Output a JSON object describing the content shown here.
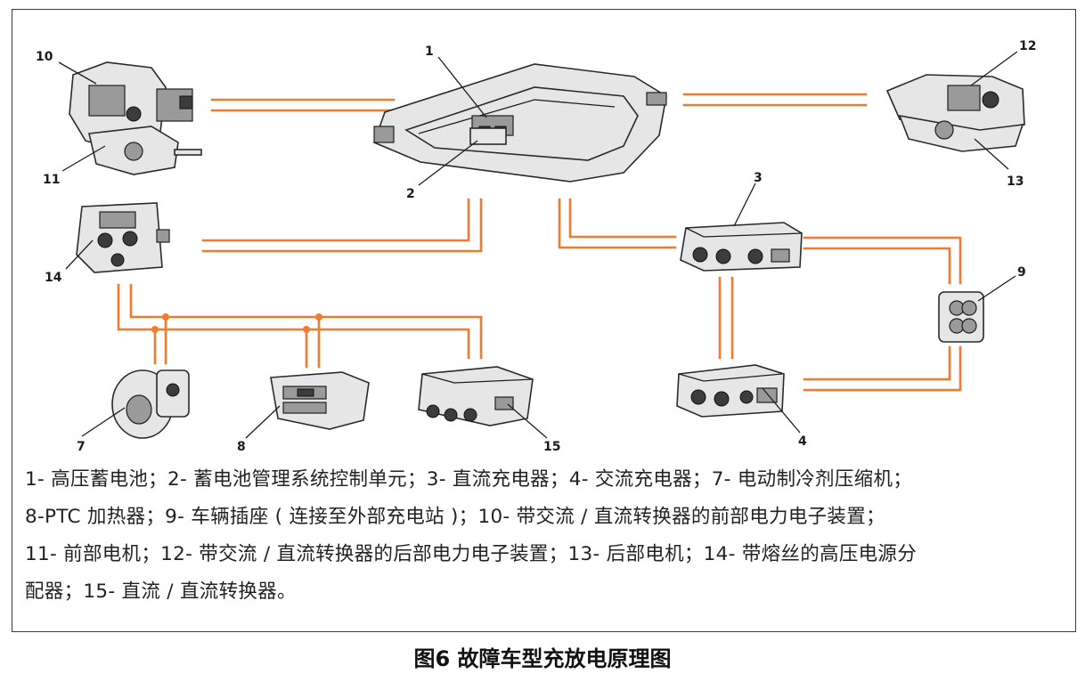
{
  "diagram": {
    "component_numbers": [
      "1",
      "2",
      "3",
      "4",
      "7",
      "8",
      "9",
      "10",
      "11",
      "12",
      "13",
      "14",
      "15"
    ]
  },
  "legend": {
    "lines": [
      "1- 高压蓄电池；2- 蓄电池管理系统控制单元；3- 直流充电器；4- 交流充电器；7- 电动制冷剂压缩机；",
      "8-PTC 加热器；9- 车辆插座 ( 连接至外部充电站 )；10- 带交流 / 直流转换器的前部电力电子装置；",
      "11- 前部电机；12- 带交流 / 直流转换器的后部电力电子装置；13- 后部电机；14- 带熔丝的高压电源分",
      "配器；15- 直流 / 直流转换器。"
    ]
  },
  "caption": "图6 故障车型充放电原理图",
  "colors": {
    "wire": "#f37a2e",
    "frame": "#3a3a3a",
    "text": "#222222"
  }
}
